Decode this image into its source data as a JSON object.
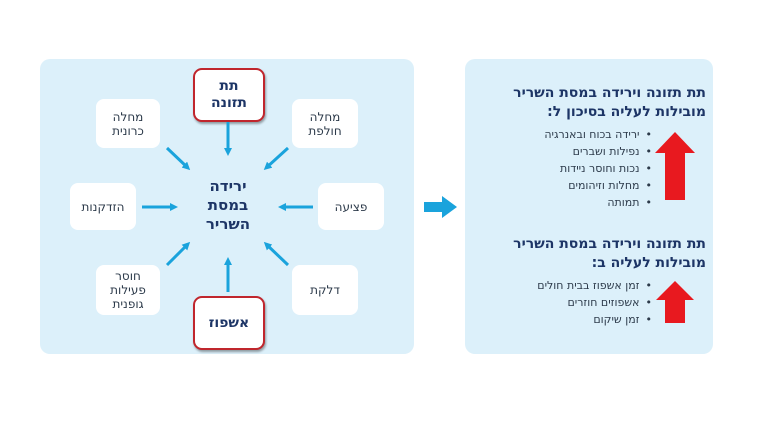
{
  "diagram": {
    "top_box": "תת תזונה",
    "bottom_box": "אשפוז",
    "center": "ירידה במסת השריר",
    "causes": {
      "top_left": "מחלה כרונית",
      "top_right": "מחלה חולפת",
      "left": "הזדקנות",
      "right": "פציעה",
      "bottom_left": "חוסר פעילות גופנית",
      "bottom_right": "דלקת"
    }
  },
  "risks": {
    "title": "תת תזונה וירידה במסת השריר מובילות לעליה בסיכון ל:",
    "items": [
      "ירידה בכוח ובאנרגיה",
      "נפילות ושברים",
      "נכות וחוסר ניידות",
      "מחלות וזיהומים",
      "תמותה"
    ]
  },
  "increases": {
    "title": "תת תזונה וירידה במסת השריר מובילות לעליה ב:",
    "items": [
      "זמן אשפוז בבית חולים",
      "אשפוזים חוזרים",
      "זמן שיקום"
    ]
  },
  "colors": {
    "panel_bg": "#dcf0fa",
    "arrow_blue": "#1aa3dc",
    "arrow_red": "#e8191f",
    "title_navy": "#1d3566",
    "box_border_red": "#c0262d"
  },
  "icons": [
    "arrow-down-icon",
    "arrow-up-icon",
    "arrow-right-icon",
    "arrow-left-icon",
    "diagonal-arrow-icon",
    "red-up-arrow-icon",
    "blue-right-arrow-icon"
  ]
}
